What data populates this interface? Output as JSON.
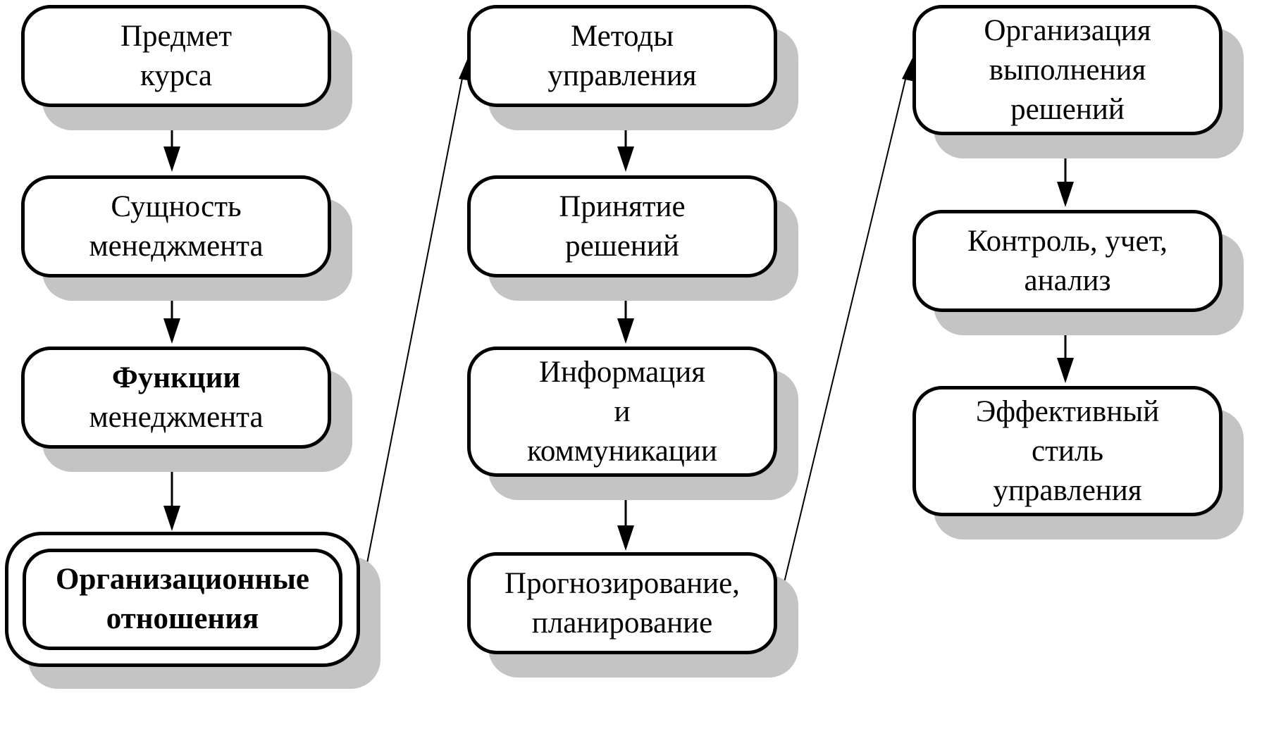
{
  "diagram": {
    "column1": {
      "box1": [
        "Предмет",
        "курса"
      ],
      "box2": [
        "Сущность",
        "менеджмента"
      ],
      "box3": [
        "Функции",
        "менеджмента"
      ],
      "box4": [
        "Организационные",
        "отношения"
      ]
    },
    "column2": {
      "box1": [
        "Методы",
        "управления"
      ],
      "box2": [
        "Принятие",
        "решений"
      ],
      "box3": [
        "Информация",
        "и",
        "коммуникации"
      ],
      "box4": [
        "Прогнозирование,",
        "планирование"
      ]
    },
    "column3": {
      "box1": [
        "Организация",
        "выполнения",
        "решений"
      ],
      "box2": [
        "Контроль, учет,",
        "анализ"
      ],
      "box3": [
        "Эффективный",
        "стиль",
        "управления"
      ]
    }
  },
  "colors": {
    "stroke": "#000000",
    "shadow": "#c4c4c4",
    "fill": "#ffffff"
  }
}
